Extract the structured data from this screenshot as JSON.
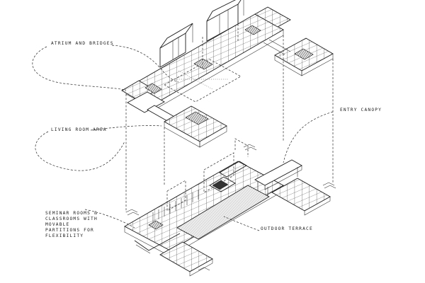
{
  "labels": {
    "atrium": "ATRIUM AND BRIDGES",
    "living": "LIVING ROOM AREA",
    "entry": "ENTRY CANOPY",
    "seminar": "SEMINAR ROOMS & CLASSROOMS WITH MOVABLE PARTITIONS FOR FLEXIBILITY",
    "terrace": "OUTDOOR TERRACE"
  }
}
